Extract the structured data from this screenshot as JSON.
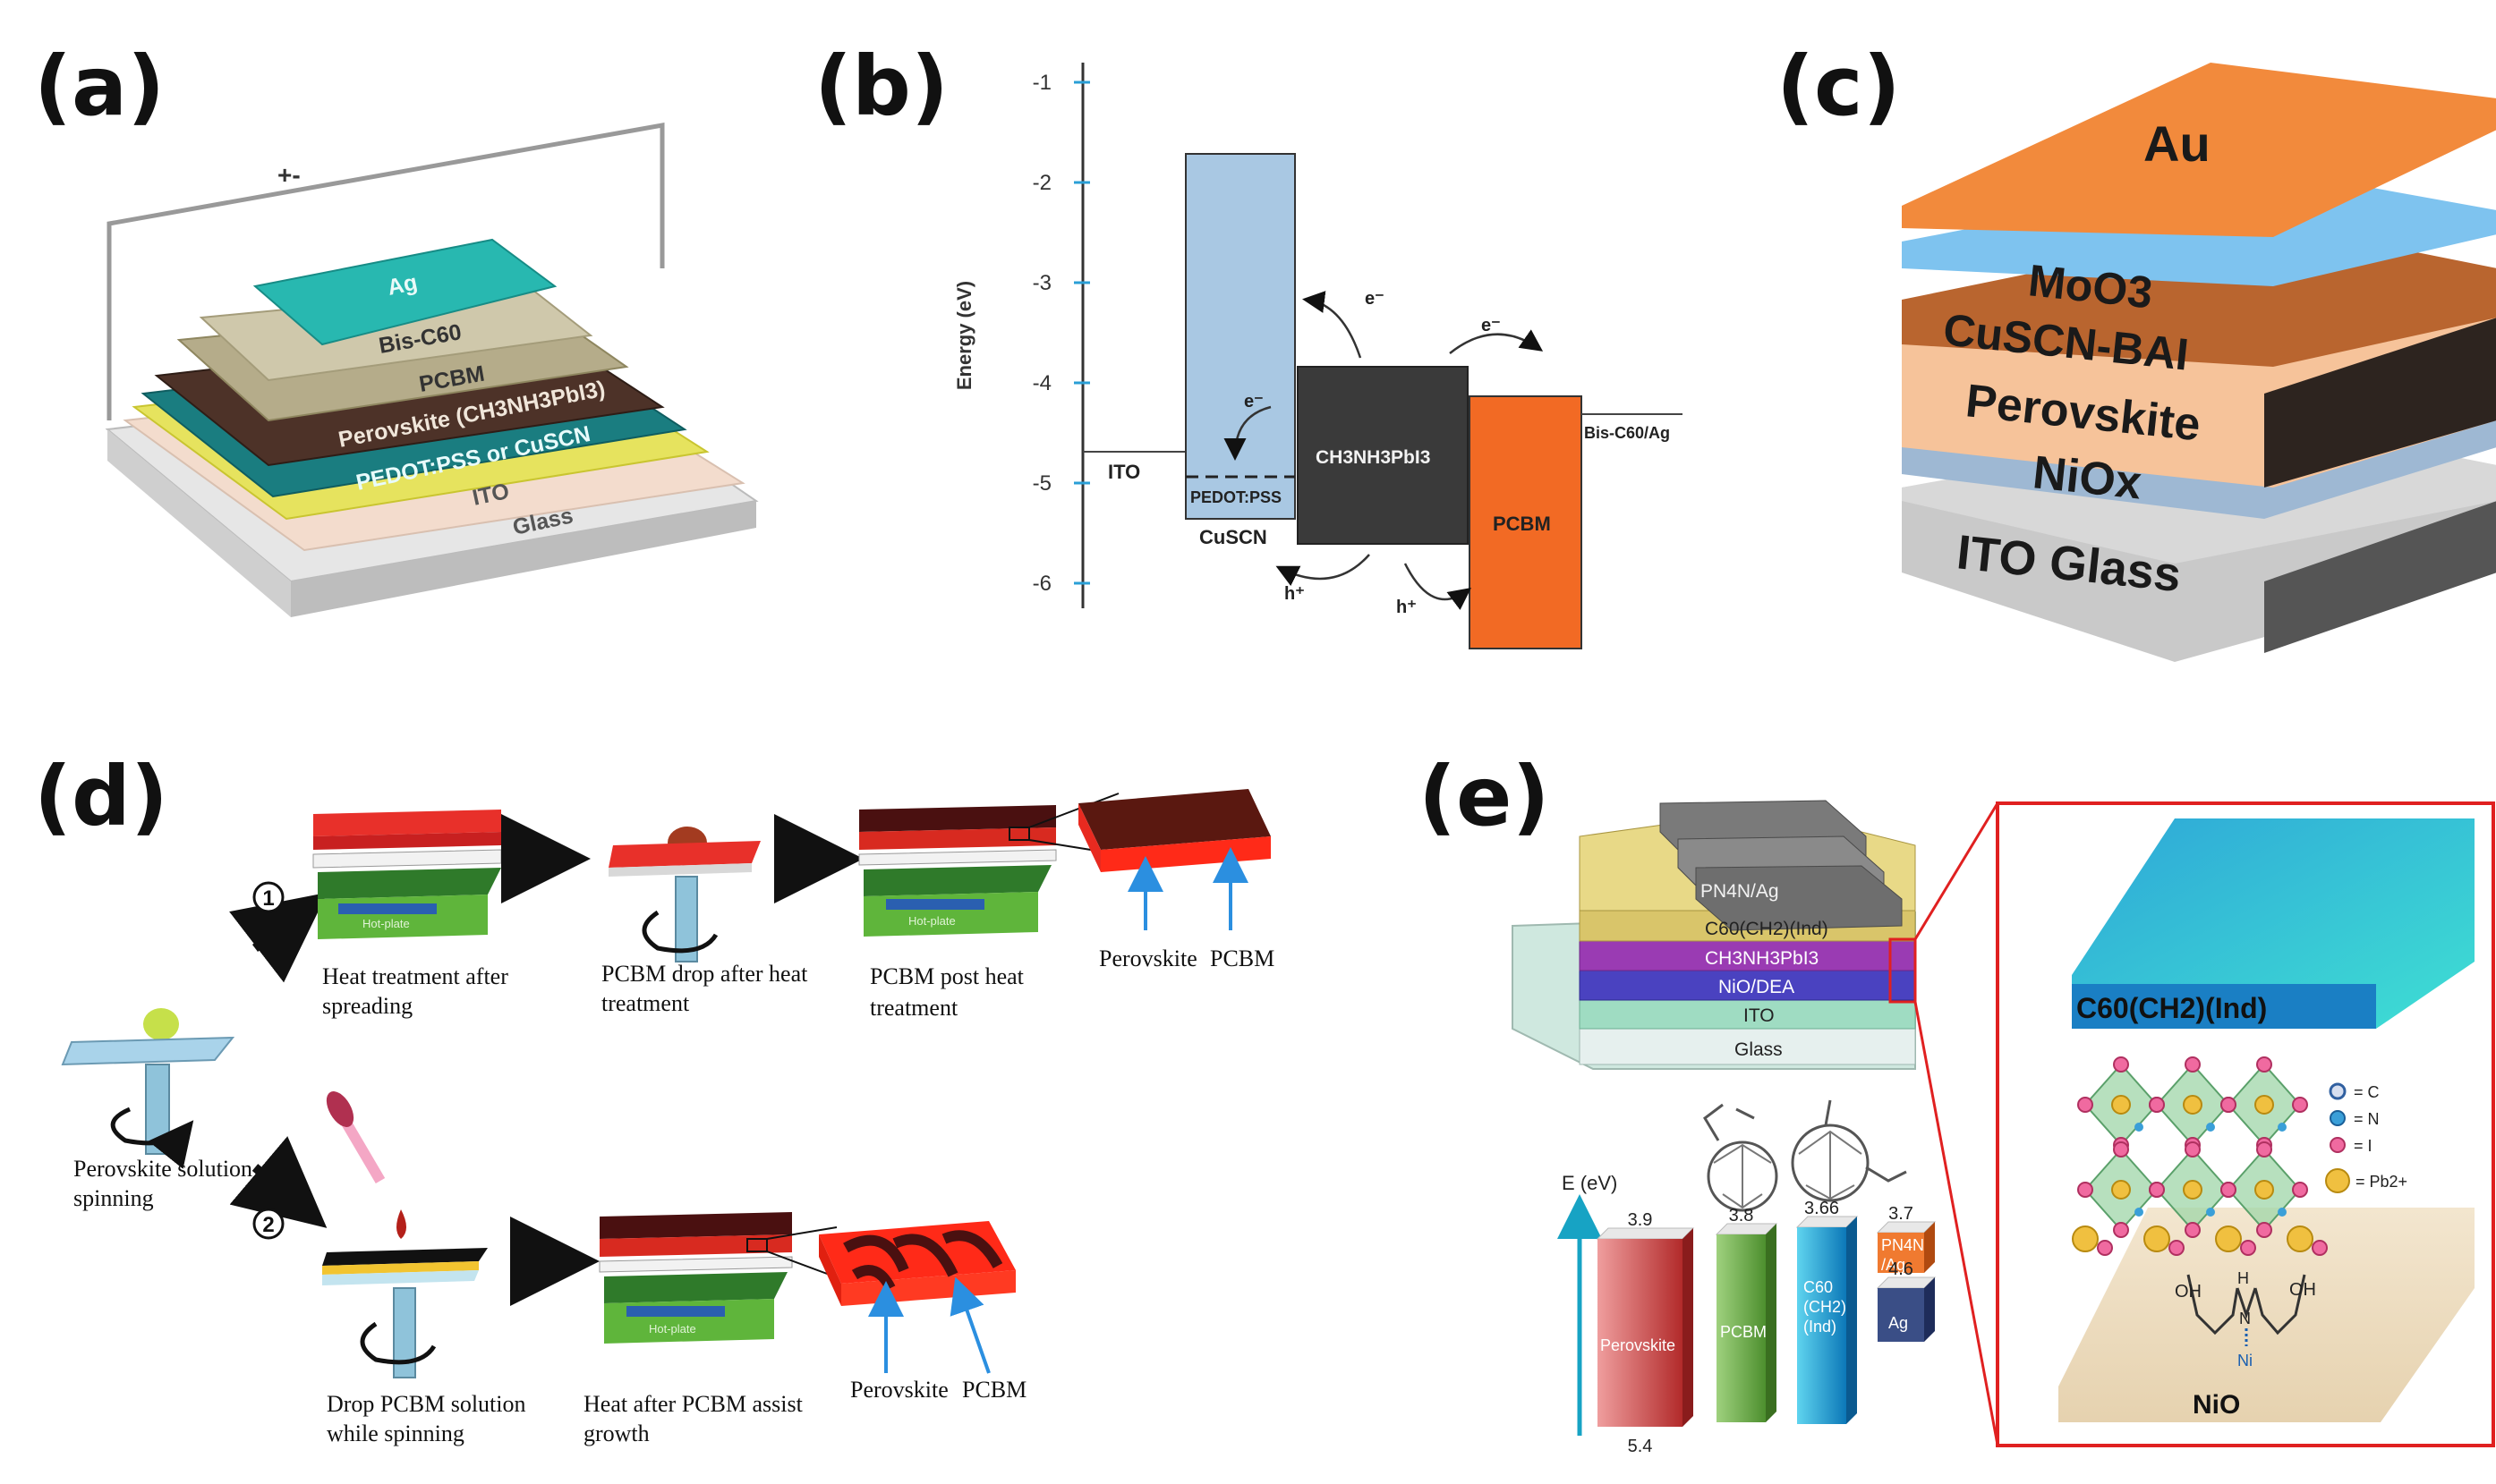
{
  "panels": {
    "a": {
      "label": "(a)",
      "circuit_sign": "+-",
      "layers": [
        "Ag",
        "Bis-C60",
        "PCBM",
        "Perovskite (CH3NH3PbI3)",
        "PEDOT:PSS or CuSCN",
        "ITO",
        "Glass"
      ]
    },
    "b": {
      "label": "(b)",
      "ylabel": "Energy (eV)",
      "ticks": [
        "-1",
        "-2",
        "-3",
        "-4",
        "-5",
        "-6"
      ],
      "levels": {
        "ito": "ITO",
        "pedot": "PEDOT:PSS",
        "cuscn": "CuSCN",
        "perovskite": "CH3NH3PbI3",
        "pcbm": "PCBM",
        "bis": "Bis-C60/Ag"
      },
      "carriers": {
        "electron": "e⁻",
        "hole": "h⁺"
      }
    },
    "c": {
      "label": "(c)",
      "layers": [
        "Au",
        "MoO3",
        "CuSCN-BAI",
        "Perovskite",
        "NiOx",
        "ITO Glass"
      ]
    },
    "d": {
      "label": "(d)",
      "start": "Perovskite solution spinning",
      "route1": {
        "num": "①",
        "steps": [
          "Heat treatment after spreading",
          "PCBM drop after heat treatment",
          "PCBM post heat treatment"
        ],
        "arrows": [
          "Perovskite",
          "PCBM"
        ]
      },
      "route2": {
        "num": "②",
        "steps": [
          "Drop PCBM solution while spinning",
          "Heat after PCBM assist growth"
        ],
        "arrows": [
          "Perovskite",
          "PCBM"
        ]
      },
      "hotplate": "Hot-plate"
    },
    "e": {
      "label": "(e)",
      "device_layers": [
        "PN4N/Ag",
        "C60(CH2)(Ind)",
        "CH3NH3PbI3",
        "NiO/DEA",
        "ITO",
        "Glass"
      ],
      "energy_axis": "E (eV)",
      "bars": [
        {
          "name": "Perovskite",
          "top": "3.9",
          "bottom": "5.4"
        },
        {
          "name": "PCBM",
          "top": "3.8"
        },
        {
          "name": "C60 (CH2) (Ind)",
          "top": "3.66"
        },
        {
          "name": "PN4N /Ag",
          "top": "3.7"
        },
        {
          "name": "Ag",
          "top": "4.6"
        }
      ],
      "zoom": {
        "top_layer": "C60(CH2)(Ind)",
        "bottom_layer": "NiO",
        "legend": [
          "= C",
          "= N",
          "= I",
          "= Pb2+"
        ],
        "molecule": {
          "oh": "OH",
          "h": "H",
          "n": "N",
          "ni": "Ni"
        }
      }
    }
  }
}
